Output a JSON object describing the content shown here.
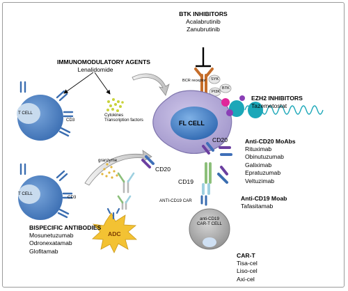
{
  "btk": {
    "title": "BTK INHIBITORS",
    "drugs": [
      "Acalabrutinib",
      "Zanubrutinib"
    ]
  },
  "imid": {
    "title": "IMMUNOMODULATORY AGENTS",
    "drug": "Lenalidomide"
  },
  "ezh2": {
    "title": "EZH2 INHIBITORS",
    "drug": "Tazemetostat"
  },
  "anti_cd20": {
    "title": "Anti-CD20 MoAbs",
    "drugs": [
      "Rituximab",
      "Obinutuzumab",
      "Galiximab",
      "Epratuzumab",
      "Veltuzimab"
    ]
  },
  "anti_cd19": {
    "title": "Anti-CD19 Moab",
    "drug": "Tafasitamab"
  },
  "bispecific": {
    "title": "BISPECIFIC ANTIBODIES",
    "drugs": [
      "Mosunetuzumab",
      "Odronexatamab",
      "Glofitamab"
    ]
  },
  "cart": {
    "title": "CAR-T",
    "drugs": [
      "Tisa-cel",
      "Liso-cel",
      "Axi-cel"
    ]
  },
  "labels": {
    "t_cell": "T CELL",
    "cd3": "CD3",
    "fl_cell": "FL CELL",
    "bcr_receptor": "BCR receptor",
    "syk": "SYK",
    "btk": "BTK",
    "pi3k": "PI3K",
    "cytokines": "Cytokines",
    "transcription_factors": "Transcription factors",
    "granzyme": "granzyme",
    "cd20": "CD20",
    "cd19": "CD19",
    "anti_cd19_car": "ANTI-CD19 CAR",
    "cart_cell_line1": "anti-CD19",
    "cart_cell_line2": "CAR-T CELL",
    "adc": "ADC"
  },
  "colors": {
    "t_cell": "#4a7fc1",
    "t_cell_nucleus": "#c8dbee",
    "fl_cell": "#b3a9d6",
    "fl_nucleus": "#4a82c4",
    "bcr": "#c56d2a",
    "cd20_purple": "#6b3fa0",
    "cd20_blue": "#3f6fb8",
    "cd19_green": "#8cbf7a",
    "cd19_blue": "#3a6db0",
    "adc_star": "#f3c233",
    "cart_cell": "#a9a9a9",
    "dna_teal": "#1ba7b8",
    "histone_pink": "#e0279a",
    "dots_yellow": "#c8d23a"
  }
}
